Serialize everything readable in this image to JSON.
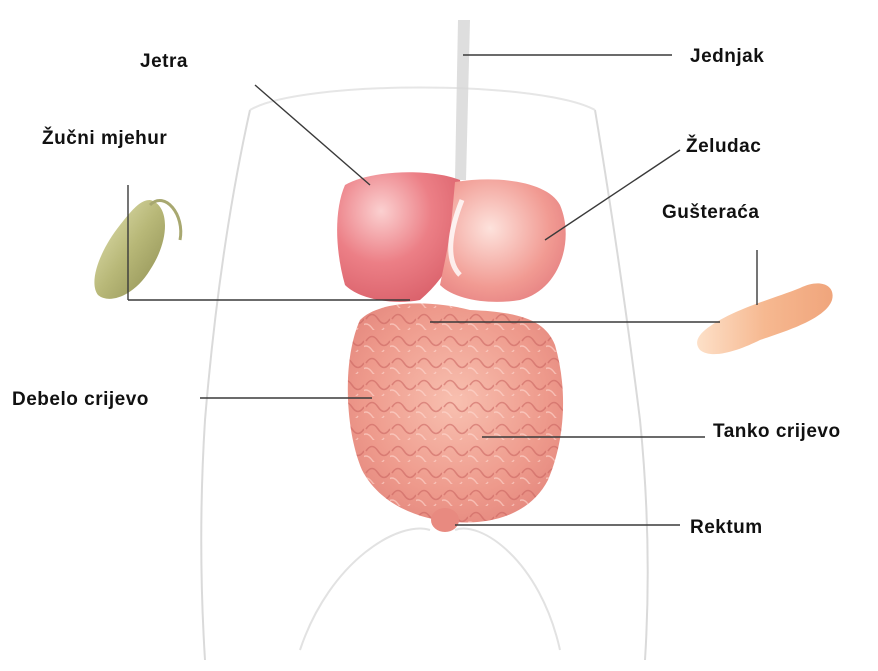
{
  "labels": {
    "jetra": "Jetra",
    "jednjak": "Jednjak",
    "zucni_mjehur": "Žučni mjehur",
    "zeludac": "Želudac",
    "gusteraca": "Gušteraća",
    "debelo_crijevo": "Debelo crijevo",
    "tanko_crijevo": "Tanko crijevo",
    "rektum": "Rektum"
  },
  "colors": {
    "body_outline": "#d8d8d8",
    "liver": "#e8707a",
    "stomach": "#f08c86",
    "intestine": "#ea8c80",
    "gallbladder": "#b8b878",
    "pancreas": "#f4b48a",
    "esophagus": "#cfcfcf"
  }
}
